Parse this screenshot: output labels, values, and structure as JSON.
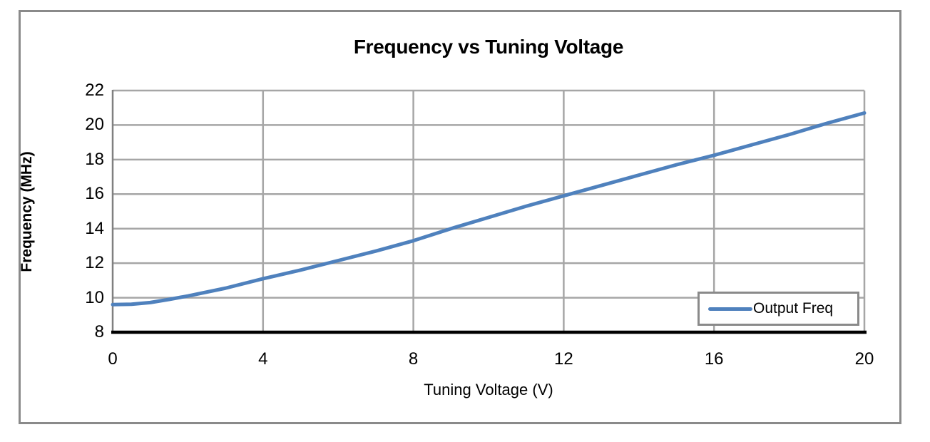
{
  "chart_data": {
    "type": "line",
    "title": "Frequency vs Tuning Voltage",
    "xlabel": "Tuning Voltage (V)",
    "ylabel": "Frequency (MHz)",
    "xlim": [
      0,
      20
    ],
    "ylim": [
      8,
      22
    ],
    "x_ticks": [
      0,
      4,
      8,
      12,
      16,
      20
    ],
    "y_ticks": [
      8,
      10,
      12,
      14,
      16,
      18,
      20,
      22
    ],
    "grid": true,
    "legend_position": "inside-bottom-right",
    "series": [
      {
        "name": "Output Freq",
        "color": "#4F81BD",
        "x": [
          0,
          0.5,
          1,
          1.5,
          2,
          3,
          4,
          5,
          6,
          7,
          8,
          9,
          10,
          11,
          12,
          13,
          14,
          15,
          16,
          17,
          18,
          19,
          20
        ],
        "y": [
          9.6,
          9.62,
          9.72,
          9.9,
          10.1,
          10.55,
          11.1,
          11.6,
          12.15,
          12.7,
          13.3,
          14.0,
          14.65,
          15.3,
          15.9,
          16.5,
          17.1,
          17.7,
          18.25,
          18.85,
          19.45,
          20.1,
          20.7
        ]
      }
    ]
  },
  "colors": {
    "series_line": "#4F81BD",
    "gridline": "#A6A6A6",
    "y_axis_line": "#808080",
    "x_axis_line": "#000000",
    "chart_border": "#8A8A8A",
    "background": "#FFFFFF",
    "text": "#000000"
  }
}
